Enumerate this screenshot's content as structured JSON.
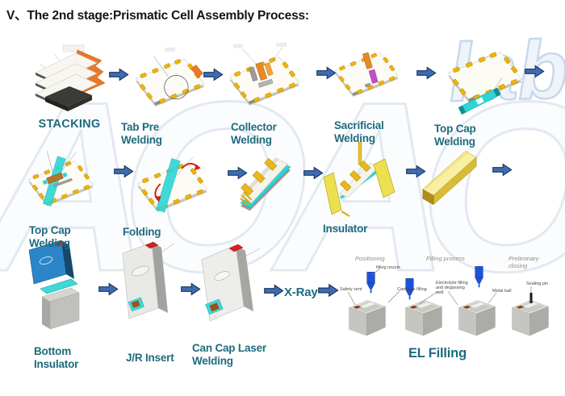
{
  "title": "V、The 2nd stage:Prismatic Cell Assembly Process:",
  "watermark": {
    "main": "AOAO",
    "sub": "lab"
  },
  "steps": {
    "stacking": "STACKING",
    "tab_pre_welding": "Tab Pre Welding",
    "collector_welding": "Collector Welding",
    "sacrificial_welding": "Sacrificial Welding",
    "top_cap_welding_1": "Top Cap Welding",
    "top_cap_welding_2": "Top Cap Welding",
    "folding": "Folding",
    "insulator": "Insulator",
    "bottom_insulator": "Bottom Insulator",
    "jr_insert": "J/R Insert",
    "can_cap_laser_welding": "Can Cap Laser Welding",
    "x_ray": "X-Ray",
    "el_filling": "EL Filling"
  },
  "el_filling": {
    "stage_titles": {
      "positioning": "Positioning",
      "filling_process": "Filling process",
      "preliminary_closing": "Preliminary closing"
    },
    "annotations": {
      "filling_nozzle": "filling nozzle",
      "safety_vent": "Safety vent",
      "cartridge_filling": "Cartridge filling",
      "electrolyte": "Electrolyte filling and degassing well",
      "metal_ball": "Metal ball",
      "sealing_pin": "Sealing pin"
    }
  },
  "colors": {
    "step_label": "#1d6b7d",
    "arrow_fill": "#3f6cb1",
    "arrow_stroke": "#17375e",
    "tab_yellow": "#f0b405",
    "teal_strip": "#2fd4d4",
    "insulator_gold": "#ece04e",
    "cathode_orange": "#e8772b",
    "sacrificial_magenta": "#c050c8",
    "nozzle_blue": "#1f52d8"
  }
}
